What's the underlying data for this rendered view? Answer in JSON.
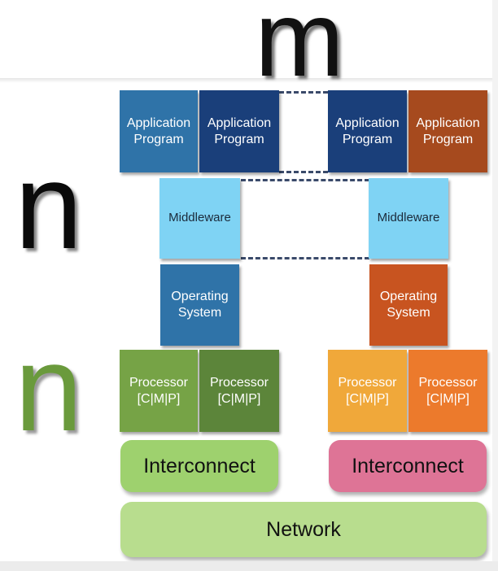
{
  "labels": {
    "m": "m",
    "n_top": "n",
    "n_bottom": "n"
  },
  "left_stack": {
    "app1": {
      "line1": "Application",
      "line2": "Program"
    },
    "app2": {
      "line1": "Application",
      "line2": "Program"
    },
    "middleware": "Middleware",
    "os": {
      "line1": "Operating",
      "line2": "System"
    },
    "proc1": {
      "line1": "Processor",
      "line2": "[C|M|P]"
    },
    "proc2": {
      "line1": "Processor",
      "line2": "[C|M|P]"
    },
    "interconnect": "Interconnect"
  },
  "right_stack": {
    "app1": {
      "line1": "Application",
      "line2": "Program"
    },
    "app2": {
      "line1": "Application",
      "line2": "Program"
    },
    "middleware": "Middleware",
    "os": {
      "line1": "Operating",
      "line2": "System"
    },
    "proc1": {
      "line1": "Processor",
      "line2": "[C|M|P]"
    },
    "proc2": {
      "line1": "Processor",
      "line2": "[C|M|P]"
    },
    "interconnect": "Interconnect"
  },
  "network": "Network",
  "colors": {
    "app_blue": "#2f73a8",
    "app_navy": "#1a3f7a",
    "app_brown": "#a64a1e",
    "middleware": "#7fd3f4",
    "os_left": "#2f73a8",
    "os_right": "#c85420",
    "proc_green_1": "#76a346",
    "proc_green_2": "#5c853a",
    "proc_orange_1": "#f0a83a",
    "proc_orange_2": "#ec7a2c",
    "interconnect_left": "#9ed16e",
    "interconnect_right": "#de7496",
    "network": "#b8dd8e"
  }
}
